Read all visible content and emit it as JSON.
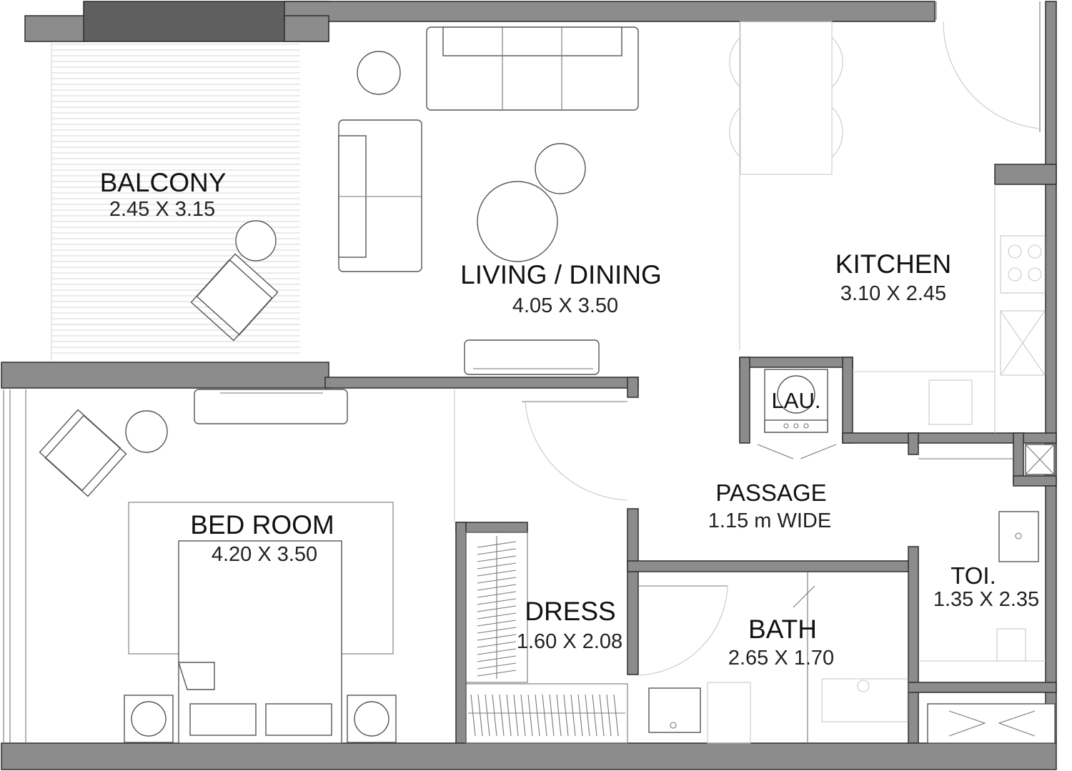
{
  "rooms": {
    "balcony": {
      "name": "BALCONY",
      "size": "2.45 X 3.15"
    },
    "living": {
      "name": "LIVING / DINING",
      "size": "4.05 X 3.50"
    },
    "kitchen": {
      "name": "KITCHEN",
      "size": "3.10 X 2.45"
    },
    "laundry": {
      "name": "LAU."
    },
    "passage": {
      "name": "PASSAGE",
      "size": "1.15 m WIDE"
    },
    "bedroom": {
      "name": "BED ROOM",
      "size": "4.20 X 3.50"
    },
    "dress": {
      "name": "DRESS",
      "size": "1.60 X 2.08"
    },
    "bath": {
      "name": "BATH",
      "size": "2.65 X 1.70"
    },
    "toilet": {
      "name": "TOI.",
      "size": "1.35 X 2.35"
    }
  },
  "colors": {
    "wall": "#8c8c8c",
    "wall_dark": "#5f5f5f",
    "line": "#555555",
    "text": "#111111"
  }
}
